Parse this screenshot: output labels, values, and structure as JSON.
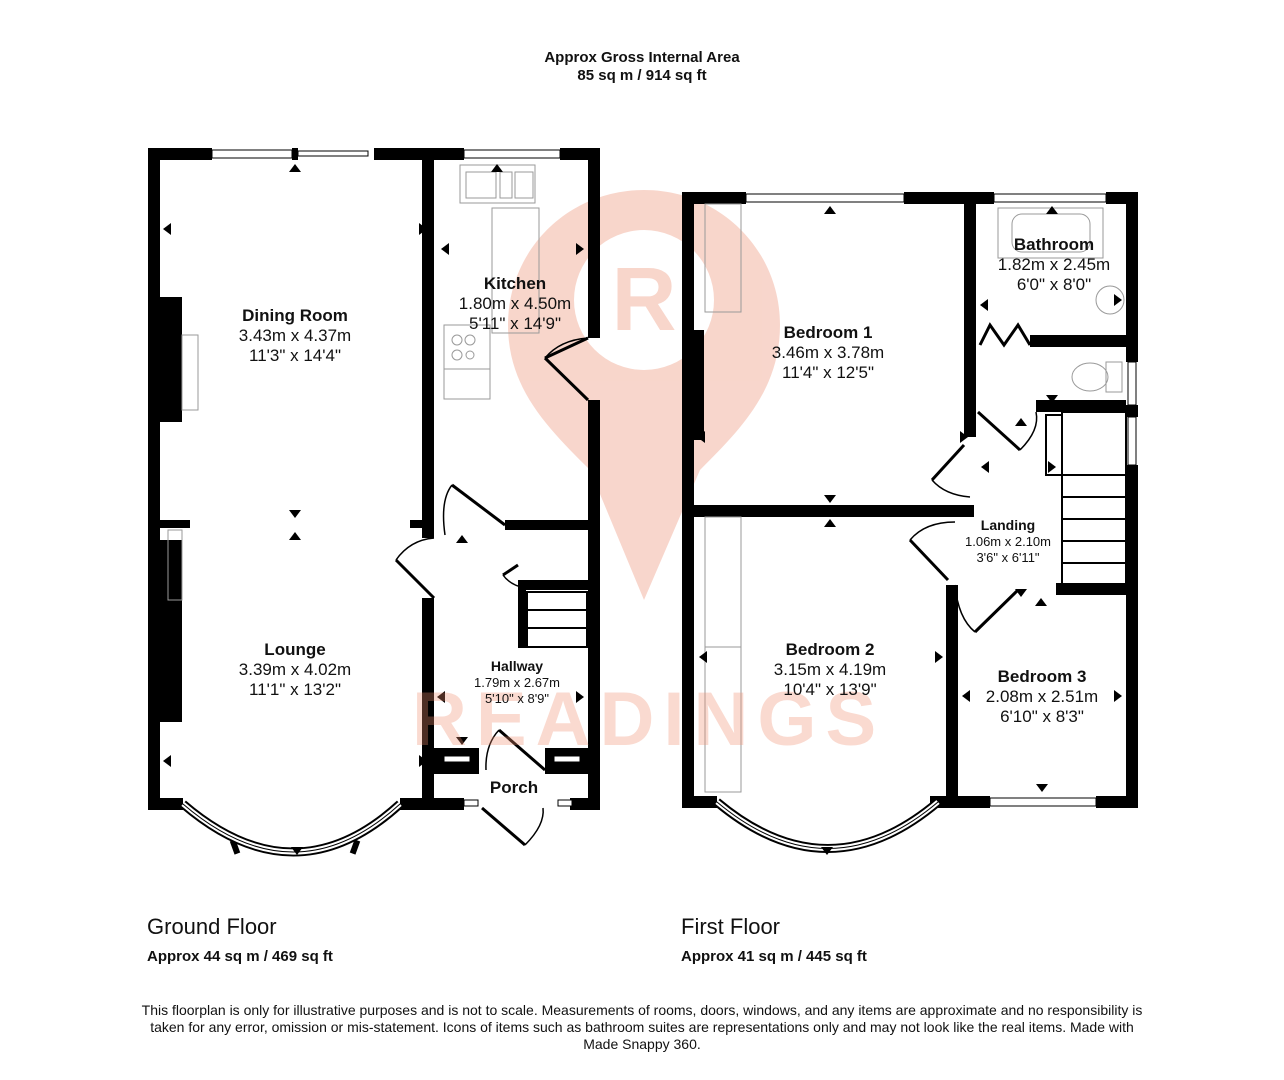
{
  "header": {
    "title": "Approx Gross Internal Area",
    "area": "85 sq m / 914 sq ft"
  },
  "watermark": {
    "brand": "READINGS",
    "logo_letter": "R",
    "color": "#f2b4a2"
  },
  "colors": {
    "wall": "#000000",
    "fixture_line": "#9a9a9a",
    "background": "#ffffff"
  },
  "ground_floor": {
    "title": "Ground Floor",
    "area": "Approx 44 sq m / 469 sq ft",
    "rooms": [
      {
        "name": "Dining Room",
        "metric": "3.43m x 4.37m",
        "imperial": "11'3\" x 14'4\""
      },
      {
        "name": "Kitchen",
        "metric": "1.80m x 4.50m",
        "imperial": "5'11\" x 14'9\""
      },
      {
        "name": "Lounge",
        "metric": "3.39m x 4.02m",
        "imperial": "11'1\" x 13'2\""
      },
      {
        "name": "Hallway",
        "metric": "1.79m x 2.67m",
        "imperial": "5'10\" x 8'9\""
      },
      {
        "name": "Porch"
      }
    ]
  },
  "first_floor": {
    "title": "First Floor",
    "area": "Approx 41 sq m / 445 sq ft",
    "rooms": [
      {
        "name": "Bedroom 1",
        "metric": "3.46m x 3.78m",
        "imperial": "11'4\" x 12'5\""
      },
      {
        "name": "Bathroom",
        "metric": "1.82m x 2.45m",
        "imperial": "6'0\" x 8'0\""
      },
      {
        "name": "Landing",
        "metric": "1.06m x 2.10m",
        "imperial": "3'6\" x 6'11\""
      },
      {
        "name": "Bedroom 2",
        "metric": "3.15m x 4.19m",
        "imperial": "10'4\" x 13'9\""
      },
      {
        "name": "Bedroom 3",
        "metric": "2.08m x 2.51m",
        "imperial": "6'10\" x 8'3\""
      }
    ]
  },
  "disclaimer": "This floorplan is only for illustrative purposes and is not to scale. Measurements of rooms, doors, windows, and any items are approximate and no responsibility is taken for any error, omission or mis-statement. Icons of items such as bathroom suites are representations only and may not look like the real items. Made with Made Snappy 360."
}
